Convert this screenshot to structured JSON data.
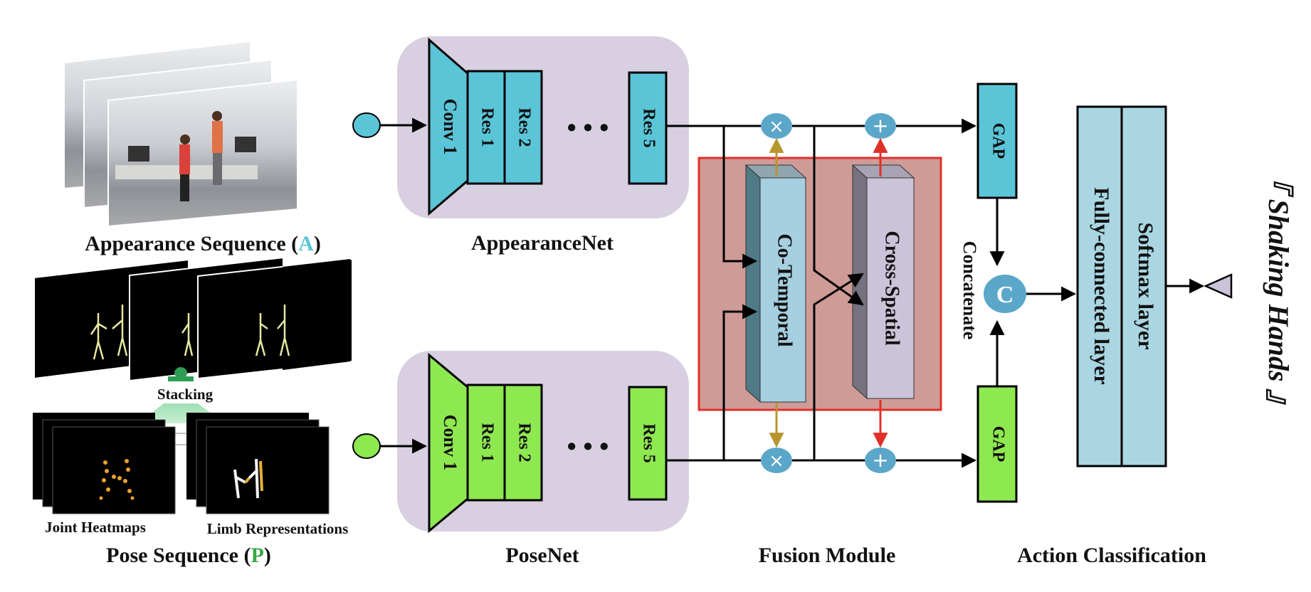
{
  "input": {
    "appearance_caption_prefix": "Appearance Sequence (",
    "appearance_caption_letter": "A",
    "appearance_caption_suffix": ")",
    "pose_caption_prefix": "Pose Sequence (",
    "pose_caption_letter": "P",
    "pose_caption_suffix": ")",
    "stacking_label": "Stacking",
    "joint_heatmaps_label": "Joint Heatmaps",
    "limb_representations_label": "Limb Representations"
  },
  "appearance_net": {
    "title": "AppearanceNet",
    "conv_label": "Conv 1",
    "res1_label": "Res 1",
    "res2_label": "Res 2",
    "ellipsis": "• • •",
    "res5_label": "Res 5"
  },
  "pose_net": {
    "title": "PoseNet",
    "conv_label": "Conv 1",
    "res1_label": "Res 1",
    "res2_label": "Res 2",
    "ellipsis": "• • •",
    "res5_label": "Res 5"
  },
  "fusion": {
    "title": "Fusion Module",
    "co_temporal_label": "Co-Temporal",
    "cross_spatial_label": "Cross-Spatial",
    "multiply_symbol": "×",
    "add_symbol": "+"
  },
  "classification": {
    "title": "Action Classification",
    "gap_label": "GAP",
    "concatenate_label": "Concatenate",
    "concat_symbol": "C",
    "fc_label": "Fully-connected layer",
    "softmax_label": "Softmax layer",
    "output_label": "『 Shaking Hands 』"
  },
  "colors": {
    "appearance": "#5bc5d8",
    "pose": "#8ee850",
    "backbone_bg": "#d8d0e0",
    "fusion_bg": "#cf9b97",
    "fusion_border": "#e0302a",
    "co_temporal": "#a6cfe0",
    "cross_spatial": "#cbc3d9",
    "node": "#5ba7c9",
    "classifier": "#a9d6e2",
    "arrow_gold": "#b8962e",
    "arrow_red": "#e0302a"
  }
}
